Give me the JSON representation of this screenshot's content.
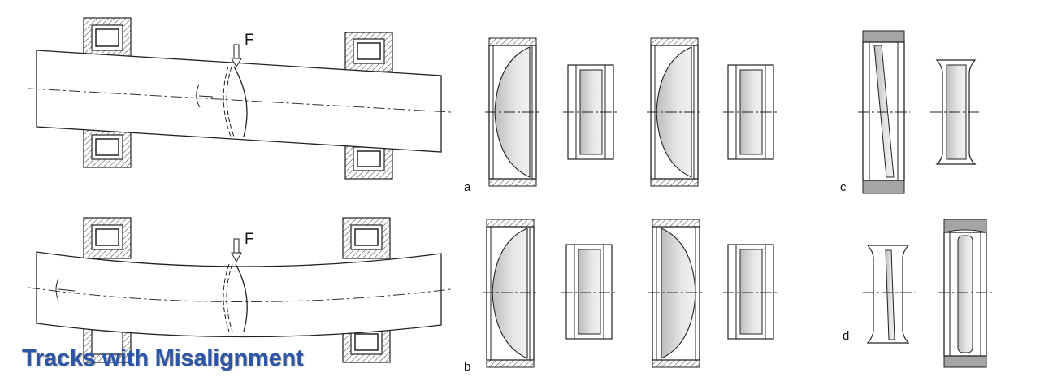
{
  "diagram": {
    "force_label": "F",
    "panel_labels": {
      "a": "a",
      "b": "b",
      "c": "c",
      "d": "d"
    }
  },
  "caption": "Tracks with Misalignment",
  "colors": {
    "caption": "#2d55a6",
    "line": "#222222",
    "roller_fill": "#d6d6d6",
    "hatch": "#555555"
  }
}
